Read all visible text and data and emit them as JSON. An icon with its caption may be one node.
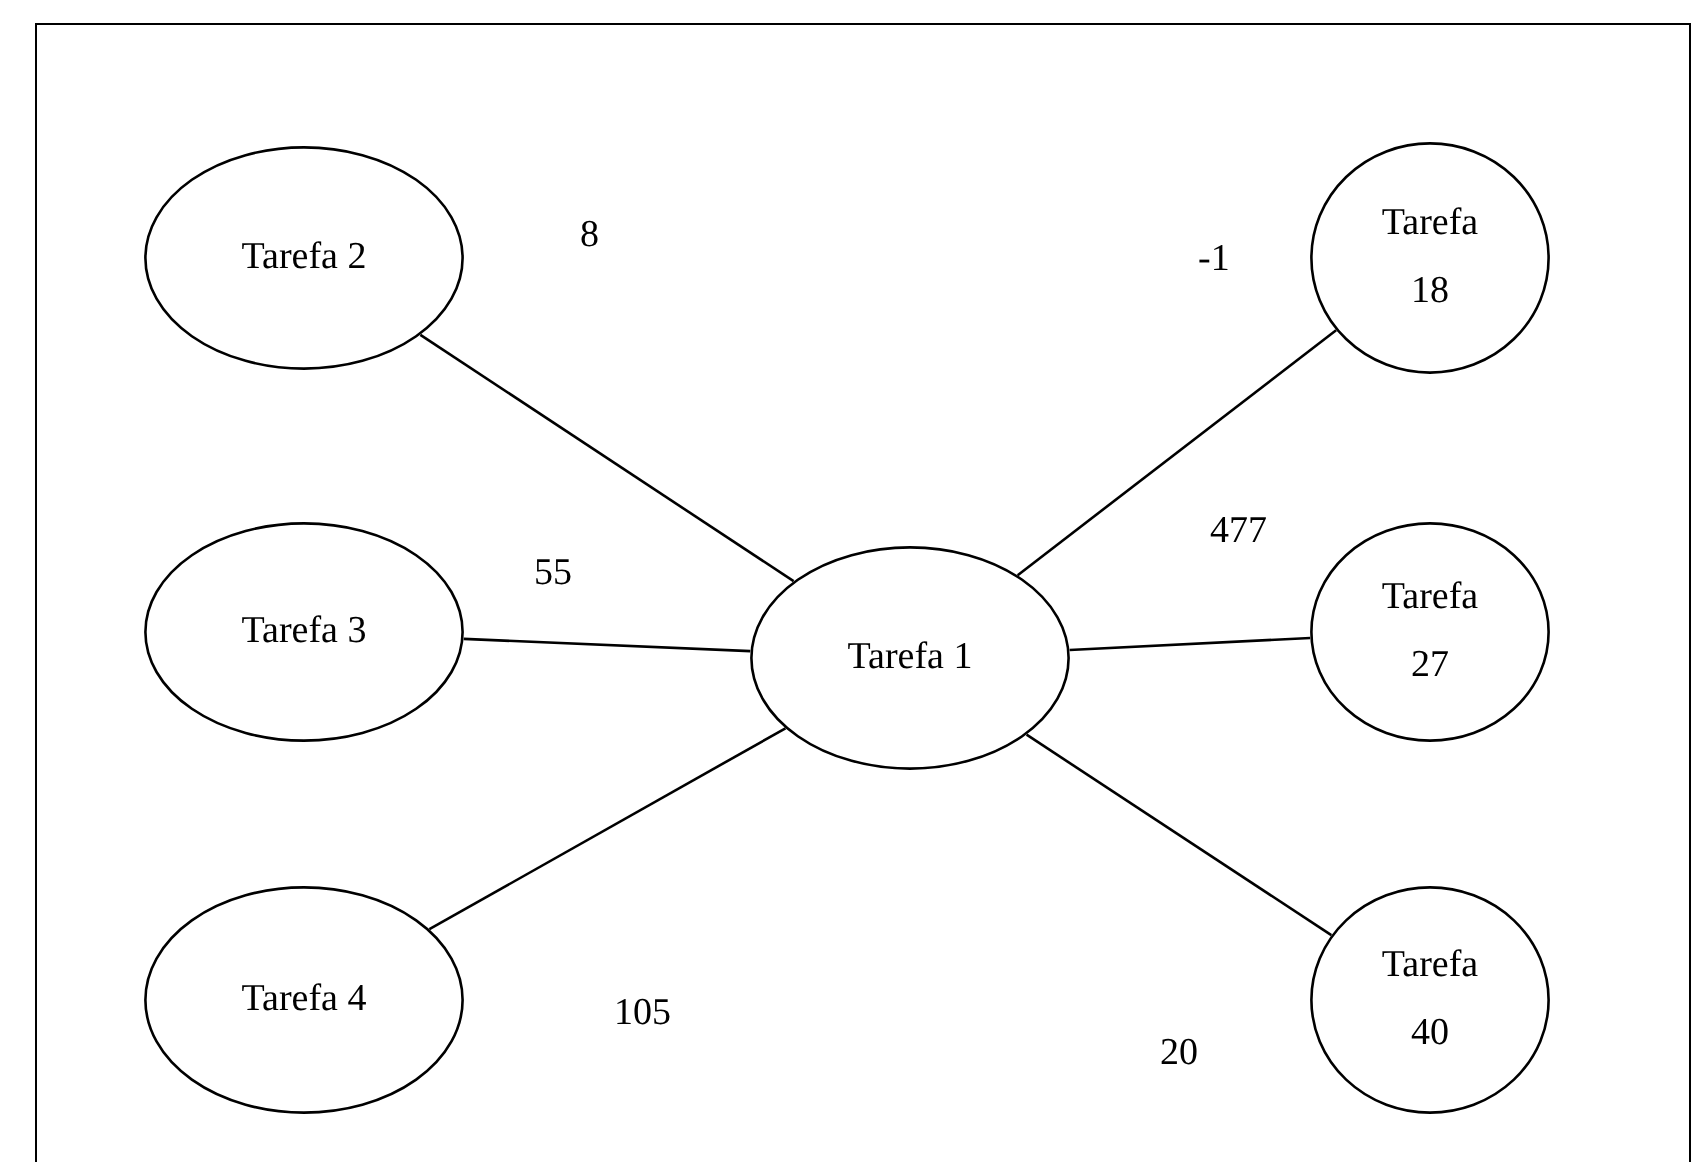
{
  "diagram": {
    "nodes": [
      {
        "text": [
          "Tarefa 1"
        ]
      },
      {
        "text": [
          "Tarefa 2"
        ]
      },
      {
        "text": [
          "Tarefa 3"
        ]
      },
      {
        "text": [
          "Tarefa 4"
        ]
      },
      {
        "text": [
          "Tarefa 18"
        ]
      },
      {
        "text": [
          "Tarefa 27"
        ]
      },
      {
        "text": [
          "Tarefa 40"
        ]
      }
    ],
    "edges": [
      {
        "from": 0,
        "to": 1,
        "arrow": "none",
        "label": "8"
      },
      {
        "from": 0,
        "to": 2,
        "arrow": "none",
        "label": "55"
      },
      {
        "from": 0,
        "to": 3,
        "arrow": "none",
        "label": "105"
      },
      {
        "from": 0,
        "to": 4,
        "arrow": "none",
        "label": "-1"
      },
      {
        "from": 0,
        "to": 5,
        "arrow": "none",
        "label": "477"
      },
      {
        "from": 0,
        "to": 6,
        "arrow": "none",
        "label": "20"
      }
    ]
  }
}
